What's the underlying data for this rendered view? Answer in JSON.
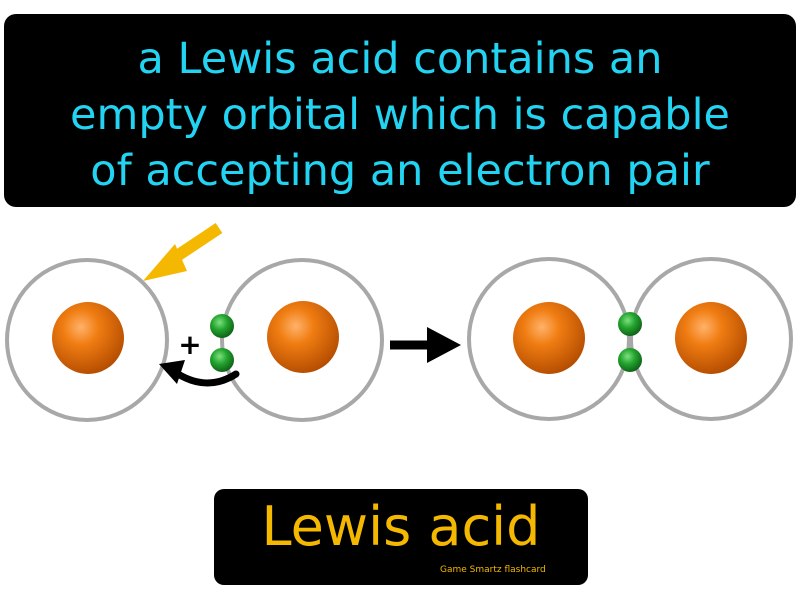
{
  "definition": {
    "line1": "a Lewis acid contains an",
    "line2": "empty orbital which is capable",
    "line3": "of accepting an electron pair"
  },
  "diagram": {
    "plus_sign": "+",
    "colors": {
      "nucleus": "#e8700e",
      "electron": "#1f9b2e",
      "orbital_outline": "#a8a8a8",
      "pointer_arrow": "#f5b800",
      "reaction_arrow": "#000000"
    }
  },
  "term": {
    "title": "Lewis acid",
    "brand": "Game Smartz flashcard"
  }
}
